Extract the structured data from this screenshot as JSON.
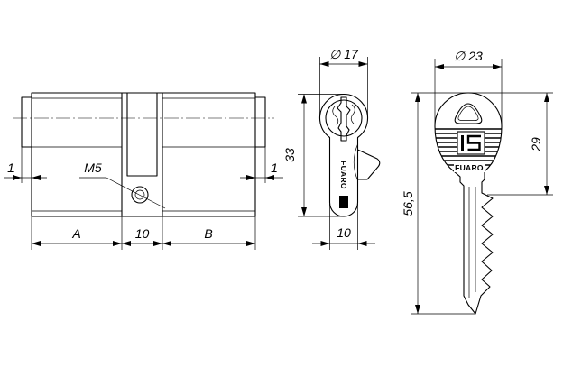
{
  "cylinder_side": {
    "dim_left_face": "1",
    "dim_right_face": "1",
    "screw_label": "M5",
    "dim_a": "A",
    "dim_center": "10",
    "dim_b": "B"
  },
  "cylinder_front": {
    "dim_diameter": "∅ 17",
    "dim_height": "33",
    "dim_web_width": "10",
    "brand": "FUARO"
  },
  "key": {
    "dim_diameter": "∅ 23",
    "dim_bow_height": "29",
    "dim_length": "56,5",
    "brand": "FUARO"
  },
  "colors": {
    "line": "#000000",
    "background": "#ffffff"
  }
}
